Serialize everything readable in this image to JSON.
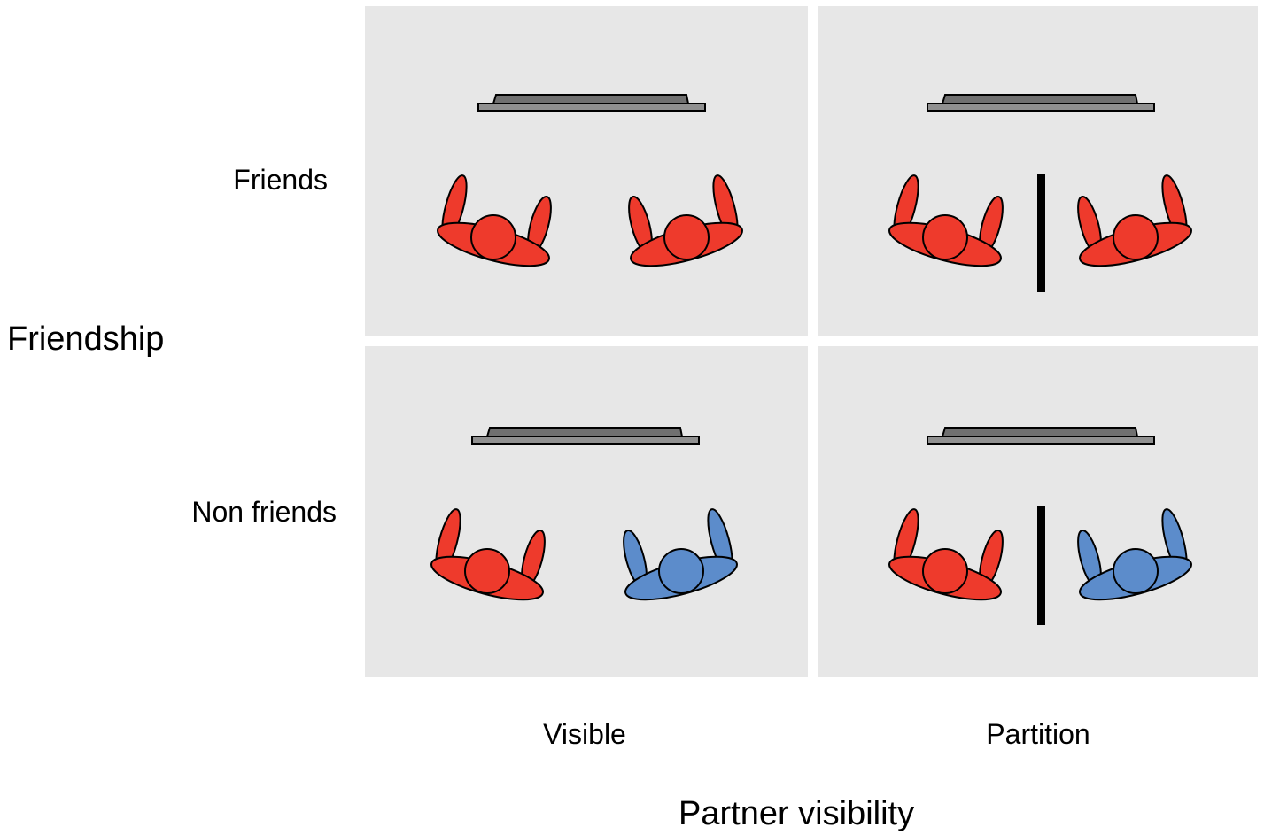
{
  "figure": {
    "row_axis_title": "Friendship",
    "col_axis_title": "Partner visibility",
    "rows": [
      "Friends",
      "Non friends"
    ],
    "cols": [
      "Visible",
      "Partition"
    ]
  },
  "colors": {
    "panel_bg": "#e7e7e7",
    "friend_red": "#ee3a2c",
    "nonfriend_blue": "#5c8ccb",
    "screen_gray": "#707070",
    "partition_black": "#000000"
  },
  "panels": [
    {
      "row": "Friends",
      "col": "Visible",
      "left_person": "red",
      "right_person": "red",
      "partition": false
    },
    {
      "row": "Friends",
      "col": "Partition",
      "left_person": "red",
      "right_person": "red",
      "partition": true
    },
    {
      "row": "Non friends",
      "col": "Visible",
      "left_person": "red",
      "right_person": "blue",
      "partition": false
    },
    {
      "row": "Non friends",
      "col": "Partition",
      "left_person": "red",
      "right_person": "blue",
      "partition": true
    }
  ]
}
